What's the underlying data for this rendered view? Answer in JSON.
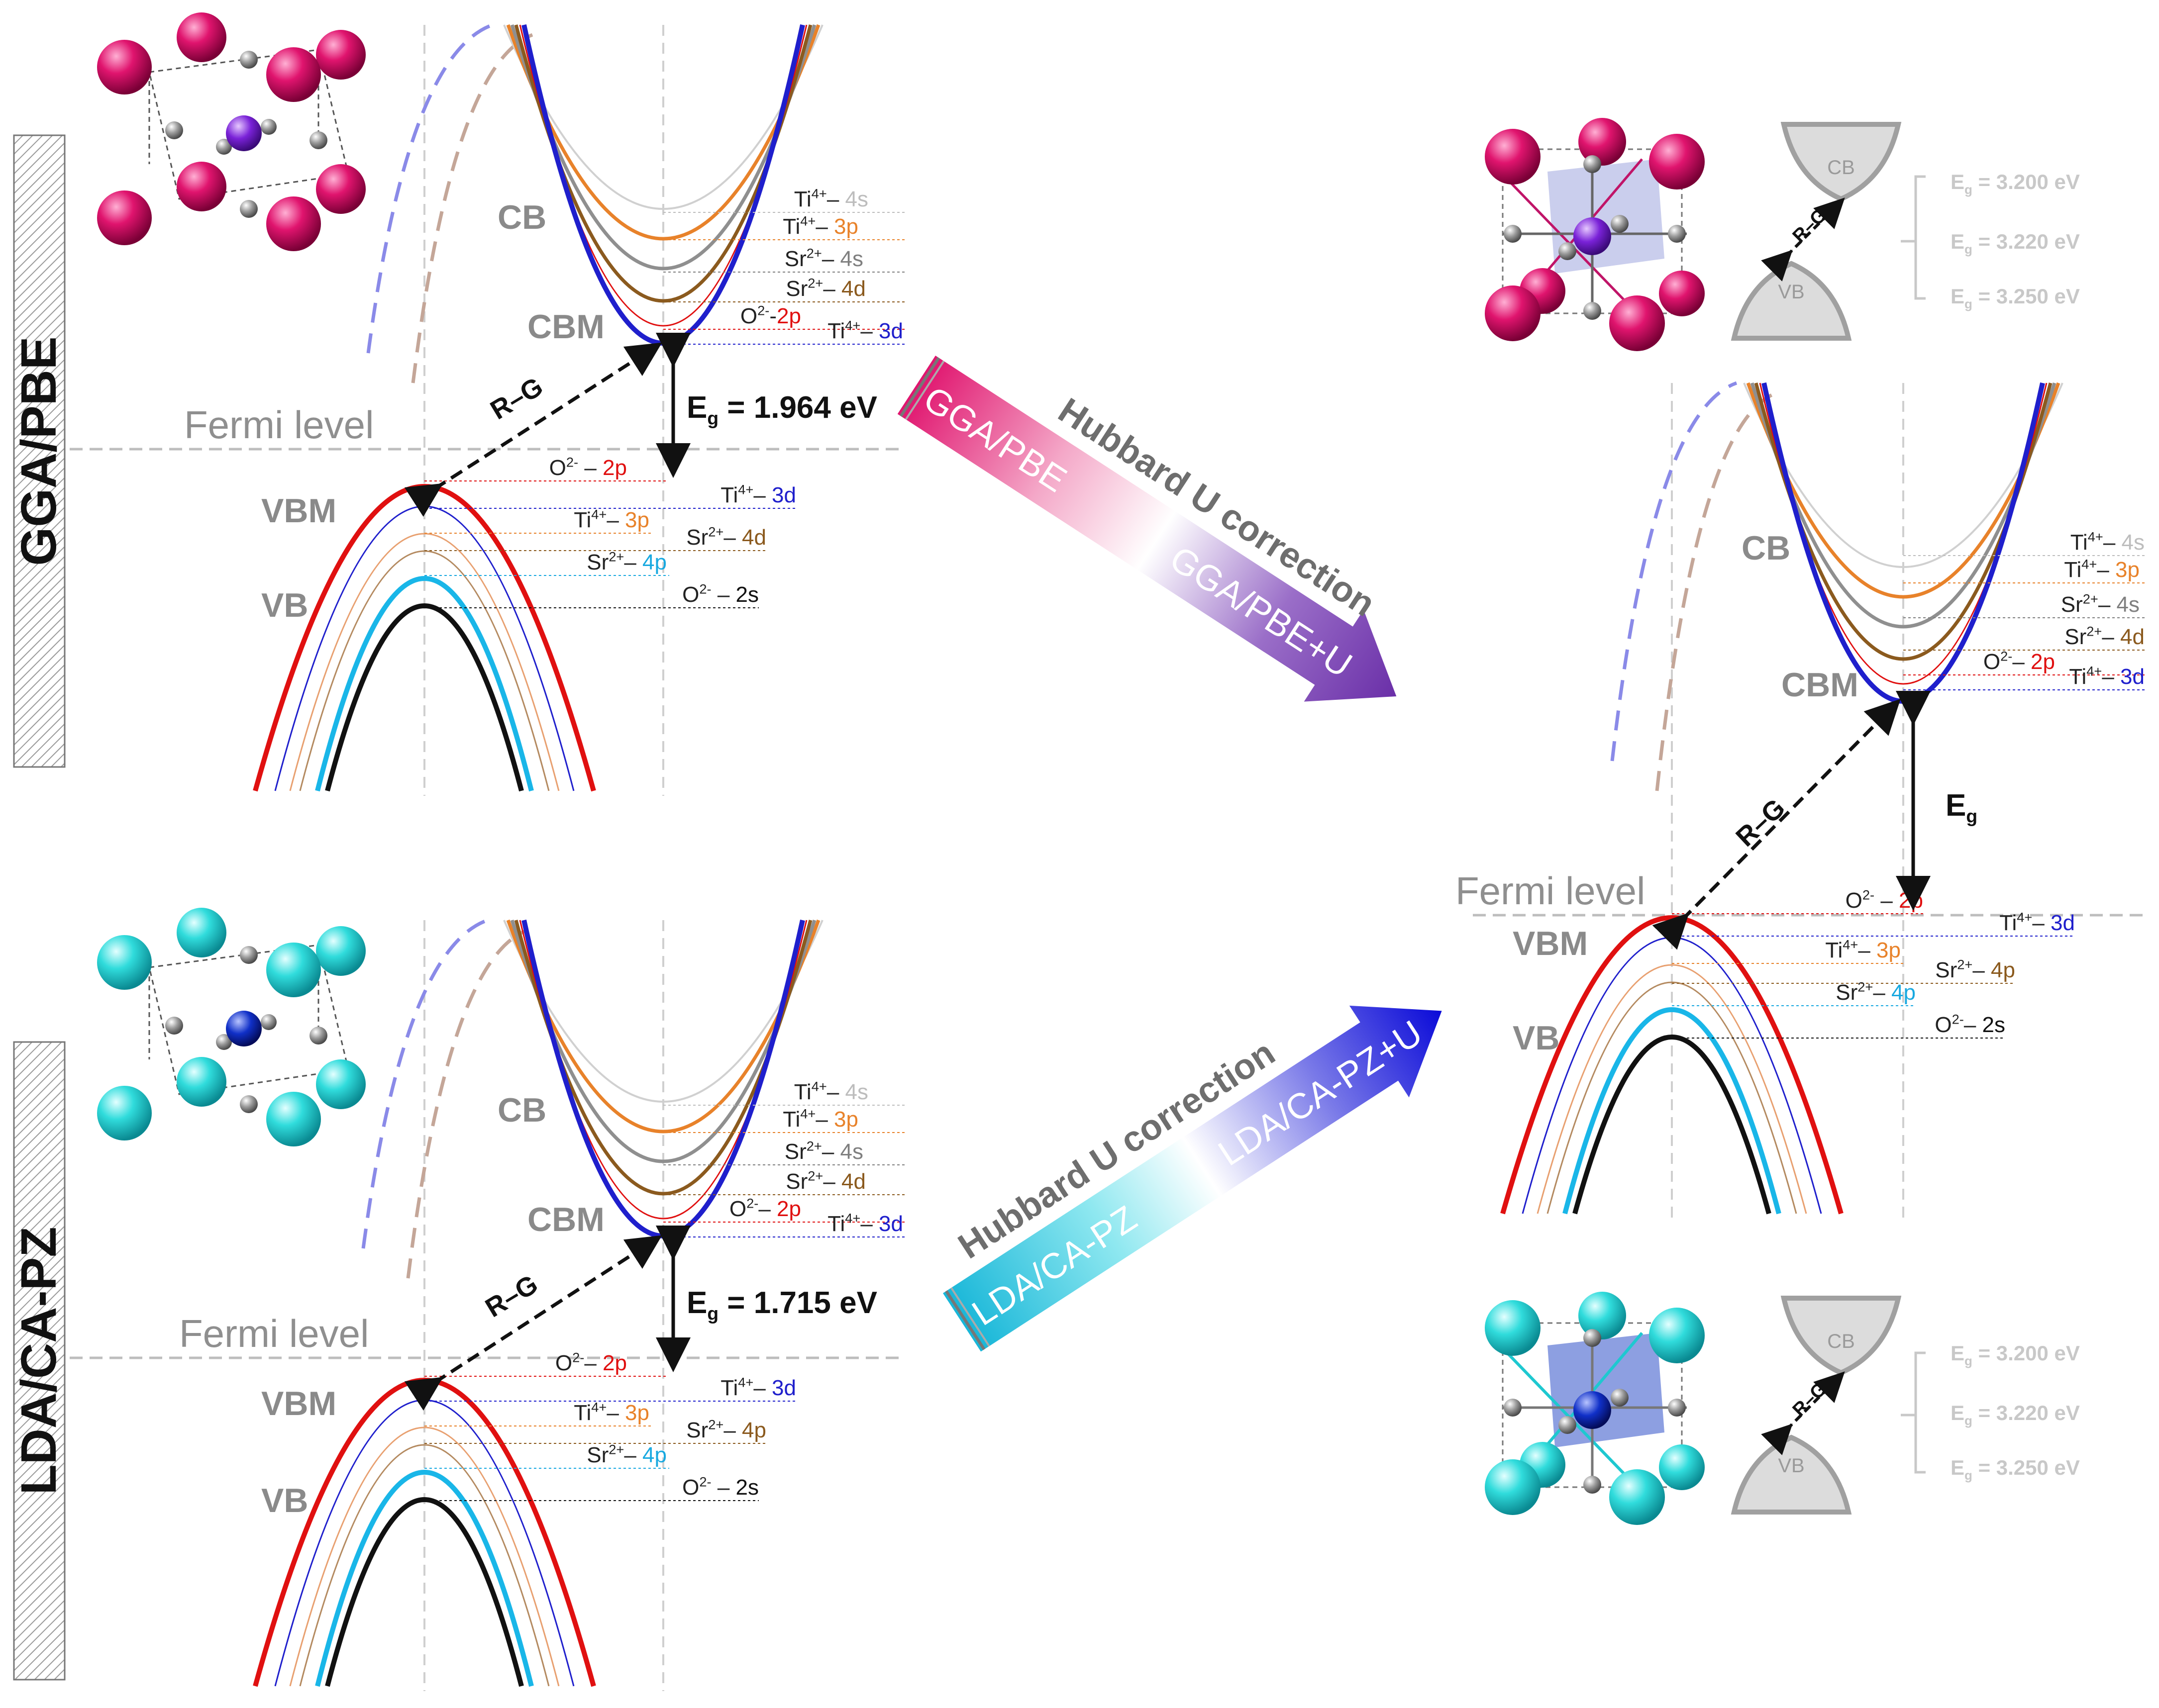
{
  "panels": {
    "gga": {
      "method_label": "GGA/PBE",
      "band_labels": {
        "cb": "CB",
        "cbm": "CBM",
        "vbm": "VBM",
        "vb": "VB"
      },
      "fermi_label": "Fermi level",
      "eg_label": "E",
      "eg_sub": "g",
      "eg_value": " = 1.964 eV",
      "rg_label": "R–G",
      "cb_orbitals": [
        {
          "ion": "Ti",
          "charge": "4+",
          "dash": "– ",
          "orbital": "4s",
          "color": "#bdbdbd"
        },
        {
          "ion": "Ti",
          "charge": "4+",
          "dash": "– ",
          "orbital": "3p",
          "color": "#e8822a"
        },
        {
          "ion": "Sr",
          "charge": "2+",
          "dash": "– ",
          "orbital": "4s",
          "color": "#7f7f7f"
        },
        {
          "ion": "Sr",
          "charge": "2+",
          "dash": "– ",
          "orbital": "4d",
          "color": "#8b5a1e"
        },
        {
          "ion": "O",
          "charge": "2-",
          "dash": "-",
          "orbital": "2p",
          "color": "#e01010"
        },
        {
          "ion": "Ti",
          "charge": "4+",
          "dash": "– ",
          "orbital": "3d",
          "color": "#1f1fcc"
        }
      ],
      "vb_orbitals": [
        {
          "ion": "O",
          "charge": "2-",
          "dash": " – ",
          "orbital": "2p",
          "color": "#e01010"
        },
        {
          "ion": "Ti",
          "charge": "4+",
          "dash": "– ",
          "orbital": "3d",
          "color": "#1f1fcc"
        },
        {
          "ion": "Ti",
          "charge": "4+",
          "dash": "– ",
          "orbital": "3p",
          "color": "#e8822a"
        },
        {
          "ion": "Sr",
          "charge": "2+",
          "dash": "– ",
          "orbital": "4d",
          "color": "#8b5a1e"
        },
        {
          "ion": "Sr",
          "charge": "2+",
          "dash": "– ",
          "orbital": "4p",
          "color": "#19a9e0"
        },
        {
          "ion": "O",
          "charge": "2-",
          "dash": " – ",
          "orbital": "2s",
          "color": "#111111"
        }
      ]
    },
    "lda": {
      "method_label": "LDA/CA-PZ",
      "band_labels": {
        "cb": "CB",
        "cbm": "CBM",
        "vbm": "VBM",
        "vb": "VB"
      },
      "fermi_label": "Fermi level",
      "eg_label": "E",
      "eg_sub": "g",
      "eg_value": " = 1.715 eV",
      "rg_label": "R–G",
      "cb_orbitals": [
        {
          "ion": "Ti",
          "charge": "4+",
          "dash": "– ",
          "orbital": "4s",
          "color": "#bdbdbd"
        },
        {
          "ion": "Ti",
          "charge": "4+",
          "dash": "– ",
          "orbital": "3p",
          "color": "#e8822a"
        },
        {
          "ion": "Sr",
          "charge": "2+",
          "dash": "– ",
          "orbital": "4s",
          "color": "#7f7f7f"
        },
        {
          "ion": "Sr",
          "charge": "2+",
          "dash": "– ",
          "orbital": "4d",
          "color": "#8b5a1e"
        },
        {
          "ion": "O",
          "charge": "2-",
          "dash": "– ",
          "orbital": "2p",
          "color": "#e01010"
        },
        {
          "ion": "Ti",
          "charge": "4+",
          "dash": "– ",
          "orbital": "3d",
          "color": "#1f1fcc"
        }
      ],
      "vb_orbitals": [
        {
          "ion": "O",
          "charge": "2-",
          "dash": "– ",
          "orbital": "2p",
          "color": "#e01010"
        },
        {
          "ion": "Ti",
          "charge": "4+",
          "dash": "– ",
          "orbital": "3d",
          "color": "#1f1fcc"
        },
        {
          "ion": "Ti",
          "charge": "4+",
          "dash": "– ",
          "orbital": "3p",
          "color": "#e8822a"
        },
        {
          "ion": "Sr",
          "charge": "2+",
          "dash": "– ",
          "orbital": "4p",
          "color": "#8b5a1e"
        },
        {
          "ion": "Sr",
          "charge": "2+",
          "dash": "– ",
          "orbital": "4p",
          "color": "#19a9e0"
        },
        {
          "ion": "O",
          "charge": "2-",
          "dash": " – ",
          "orbital": "2s",
          "color": "#111111"
        }
      ]
    },
    "hubbard": {
      "band_labels": {
        "cb": "CB",
        "cbm": "CBM",
        "vbm": "VBM",
        "vb": "VB"
      },
      "fermi_label": "Fermi level",
      "eg_label": "E",
      "eg_sub": "g",
      "rg_label": "R–G",
      "cb_orbitals": [
        {
          "ion": "Ti",
          "charge": "4+",
          "dash": "– ",
          "orbital": "4s",
          "color": "#bdbdbd"
        },
        {
          "ion": "Ti",
          "charge": "4+",
          "dash": "– ",
          "orbital": "3p",
          "color": "#e8822a"
        },
        {
          "ion": "Sr",
          "charge": "2+",
          "dash": "– ",
          "orbital": "4s",
          "color": "#7f7f7f"
        },
        {
          "ion": "Sr",
          "charge": "2+",
          "dash": "– ",
          "orbital": "4d",
          "color": "#8b5a1e"
        },
        {
          "ion": "O",
          "charge": "2-",
          "dash": "– ",
          "orbital": "2p",
          "color": "#e01010"
        },
        {
          "ion": "Ti",
          "charge": "4+",
          "dash": "– ",
          "orbital": "3d",
          "color": "#1f1fcc"
        }
      ],
      "vb_orbitals": [
        {
          "ion": "O",
          "charge": "2-",
          "dash": " – ",
          "orbital": "2p",
          "color": "#e01010"
        },
        {
          "ion": "Ti",
          "charge": "4+",
          "dash": "– ",
          "orbital": "3d",
          "color": "#1f1fcc"
        },
        {
          "ion": "Ti",
          "charge": "4+",
          "dash": "– ",
          "orbital": "3p",
          "color": "#e8822a"
        },
        {
          "ion": "Sr",
          "charge": "2+",
          "dash": "– ",
          "orbital": "4p",
          "color": "#8b5a1e"
        },
        {
          "ion": "Sr",
          "charge": "2+",
          "dash": "– ",
          "orbital": "4p",
          "color": "#19a9e0"
        },
        {
          "ion": "O",
          "charge": "2-",
          "dash": "– ",
          "orbital": "2s",
          "color": "#111111"
        }
      ]
    }
  },
  "arrows": {
    "gga_to_u": {
      "title": "Hubbard U correction",
      "from": "GGA/PBE",
      "to": "GGA/PBE+U",
      "colors": [
        "#e0146e",
        "#f4a8c8",
        "#ffffff",
        "#9a6ec8",
        "#6a2fa8"
      ]
    },
    "lda_to_u": {
      "title": "Hubbard U correction",
      "from": "LDA/CA-PZ",
      "to": "LDA/CA-PZ+U",
      "colors": [
        "#17b6d8",
        "#8fe8f0",
        "#ffffff",
        "#7a7ae8",
        "#0a0ad8"
      ]
    }
  },
  "insets": {
    "top": {
      "cb": "CB",
      "vb": "VB",
      "rg": "R–G",
      "gaps": [
        {
          "e": "E",
          "sub": "g",
          "value": " = 3.200 eV"
        },
        {
          "e": "E",
          "sub": "g",
          "value": " = 3.220 eV"
        },
        {
          "e": "E",
          "sub": "g",
          "value": " = 3.250 eV"
        }
      ]
    },
    "bottom": {
      "cb": "CB",
      "vb": "VB",
      "rg": "R–G",
      "gaps": [
        {
          "e": "E",
          "sub": "g",
          "value": " = 3.200 eV"
        },
        {
          "e": "E",
          "sub": "g",
          "value": " = 3.220 eV"
        },
        {
          "e": "E",
          "sub": "g",
          "value": " = 3.250 eV"
        }
      ]
    }
  },
  "colors": {
    "sr_gga": "#e0146e",
    "sr_lda": "#2ee0e0",
    "ti_gga": "#7a22d8",
    "ti_lda": "#1030c8",
    "oxygen": "#8c8c8c",
    "band_red": "#e01010",
    "band_blue": "#1f1fcc",
    "band_cyan": "#19b6e8"
  }
}
